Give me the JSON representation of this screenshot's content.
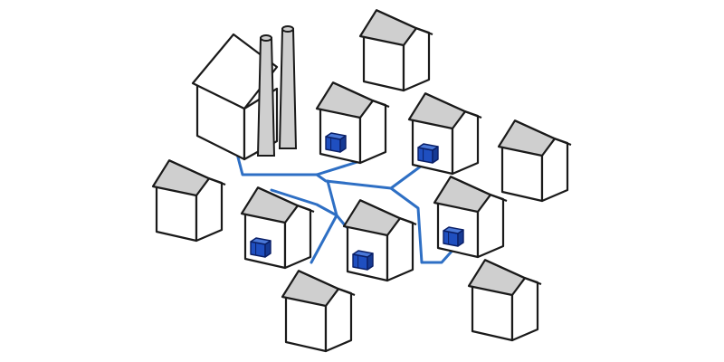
{
  "diagram": {
    "colors": {
      "background": "#ffffff",
      "outline": "#1a1a1a",
      "wall": "#ffffff",
      "roof": "#cfcfcf",
      "chimney": "#cfcfcf",
      "pipe": "#2e6fc4",
      "unit_front": "#1f4fc0",
      "unit_side": "#163a94",
      "unit_top": "#4a78d8"
    },
    "plant": {
      "icon": "factory-icon",
      "chimneys": 2
    },
    "houses": [
      {
        "id": "top-center",
        "heated": false
      },
      {
        "id": "north-a",
        "heated": true
      },
      {
        "id": "north-b",
        "heated": true
      },
      {
        "id": "far-right",
        "heated": false
      },
      {
        "id": "far-left",
        "heated": false
      },
      {
        "id": "center-left",
        "heated": true
      },
      {
        "id": "center",
        "heated": true
      },
      {
        "id": "east",
        "heated": true
      },
      {
        "id": "bottom-center",
        "heated": false
      },
      {
        "id": "bottom-right",
        "heated": false
      }
    ],
    "network": {
      "icon": "pipe-network-icon"
    }
  }
}
